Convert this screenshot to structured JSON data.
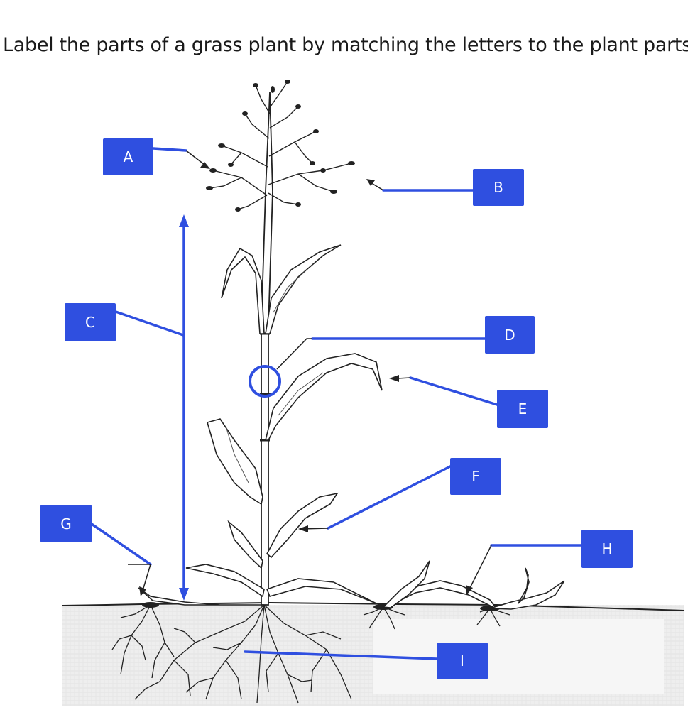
{
  "question": "Label the parts of a grass plant by matching the letters to the plant parts.",
  "accent_color": "#2f4fe0",
  "labels": {
    "a": "A",
    "b": "B",
    "c": "C",
    "d": "D",
    "e": "E",
    "f": "F",
    "g": "G",
    "h": "H",
    "i": "I"
  }
}
